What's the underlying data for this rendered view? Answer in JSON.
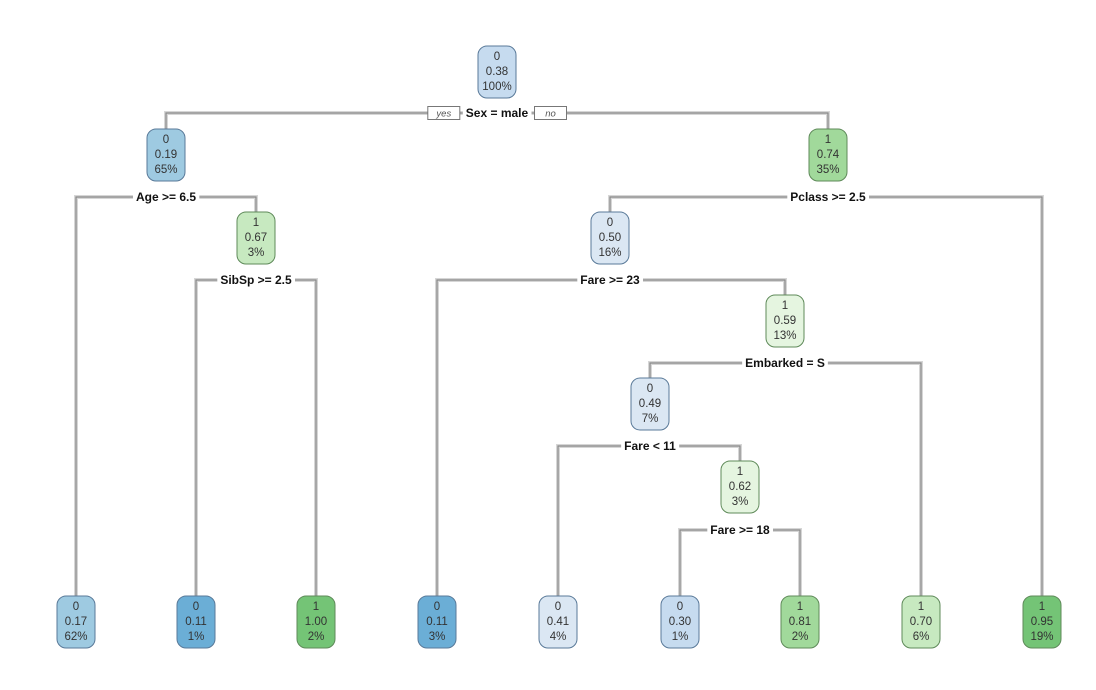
{
  "tree": {
    "branch_labels": {
      "yes": "yes",
      "no": "no"
    },
    "palette": {
      "class0": [
        "#dbe7f3",
        "#c6dbef",
        "#9ecae1",
        "#6baed6"
      ],
      "class1": [
        "#e5f5e0",
        "#c7e9c0",
        "#a1d99b",
        "#74c476"
      ],
      "edge": "#888888"
    },
    "nodes": [
      {
        "id": "n1",
        "class": "0",
        "prob": "0.38",
        "pct": "100%",
        "split": "Sex = male",
        "shade": 1
      },
      {
        "id": "n2",
        "class": "0",
        "prob": "0.19",
        "pct": "65%",
        "split": "Age >= 6.5",
        "shade": 2
      },
      {
        "id": "n3",
        "class": "1",
        "prob": "0.74",
        "pct": "35%",
        "split": "Pclass >= 2.5",
        "shade": 2
      },
      {
        "id": "n5",
        "class": "1",
        "prob": "0.67",
        "pct": "3%",
        "split": "SibSp >= 2.5",
        "shade": 1
      },
      {
        "id": "n6",
        "class": "0",
        "prob": "0.50",
        "pct": "16%",
        "split": "Fare >= 23",
        "shade": 0
      },
      {
        "id": "n13",
        "class": "1",
        "prob": "0.59",
        "pct": "13%",
        "split": "Embarked = S",
        "shade": 0
      },
      {
        "id": "n26",
        "class": "0",
        "prob": "0.49",
        "pct": "7%",
        "split": "Fare < 11",
        "shade": 0
      },
      {
        "id": "n53",
        "class": "1",
        "prob": "0.62",
        "pct": "3%",
        "split": "Fare >= 18",
        "shade": 0
      },
      {
        "id": "l4",
        "class": "0",
        "prob": "0.17",
        "pct": "62%",
        "split": "",
        "shade": 2
      },
      {
        "id": "l10",
        "class": "0",
        "prob": "0.11",
        "pct": "1%",
        "split": "",
        "shade": 3
      },
      {
        "id": "l11",
        "class": "1",
        "prob": "1.00",
        "pct": "2%",
        "split": "",
        "shade": 3
      },
      {
        "id": "l12",
        "class": "0",
        "prob": "0.11",
        "pct": "3%",
        "split": "",
        "shade": 3
      },
      {
        "id": "l52",
        "class": "0",
        "prob": "0.41",
        "pct": "4%",
        "split": "",
        "shade": 0
      },
      {
        "id": "l106",
        "class": "0",
        "prob": "0.30",
        "pct": "1%",
        "split": "",
        "shade": 1
      },
      {
        "id": "l107",
        "class": "1",
        "prob": "0.81",
        "pct": "2%",
        "split": "",
        "shade": 2
      },
      {
        "id": "l27",
        "class": "1",
        "prob": "0.70",
        "pct": "6%",
        "split": "",
        "shade": 1
      },
      {
        "id": "l7",
        "class": "1",
        "prob": "0.95",
        "pct": "19%",
        "split": "",
        "shade": 3
      }
    ]
  }
}
